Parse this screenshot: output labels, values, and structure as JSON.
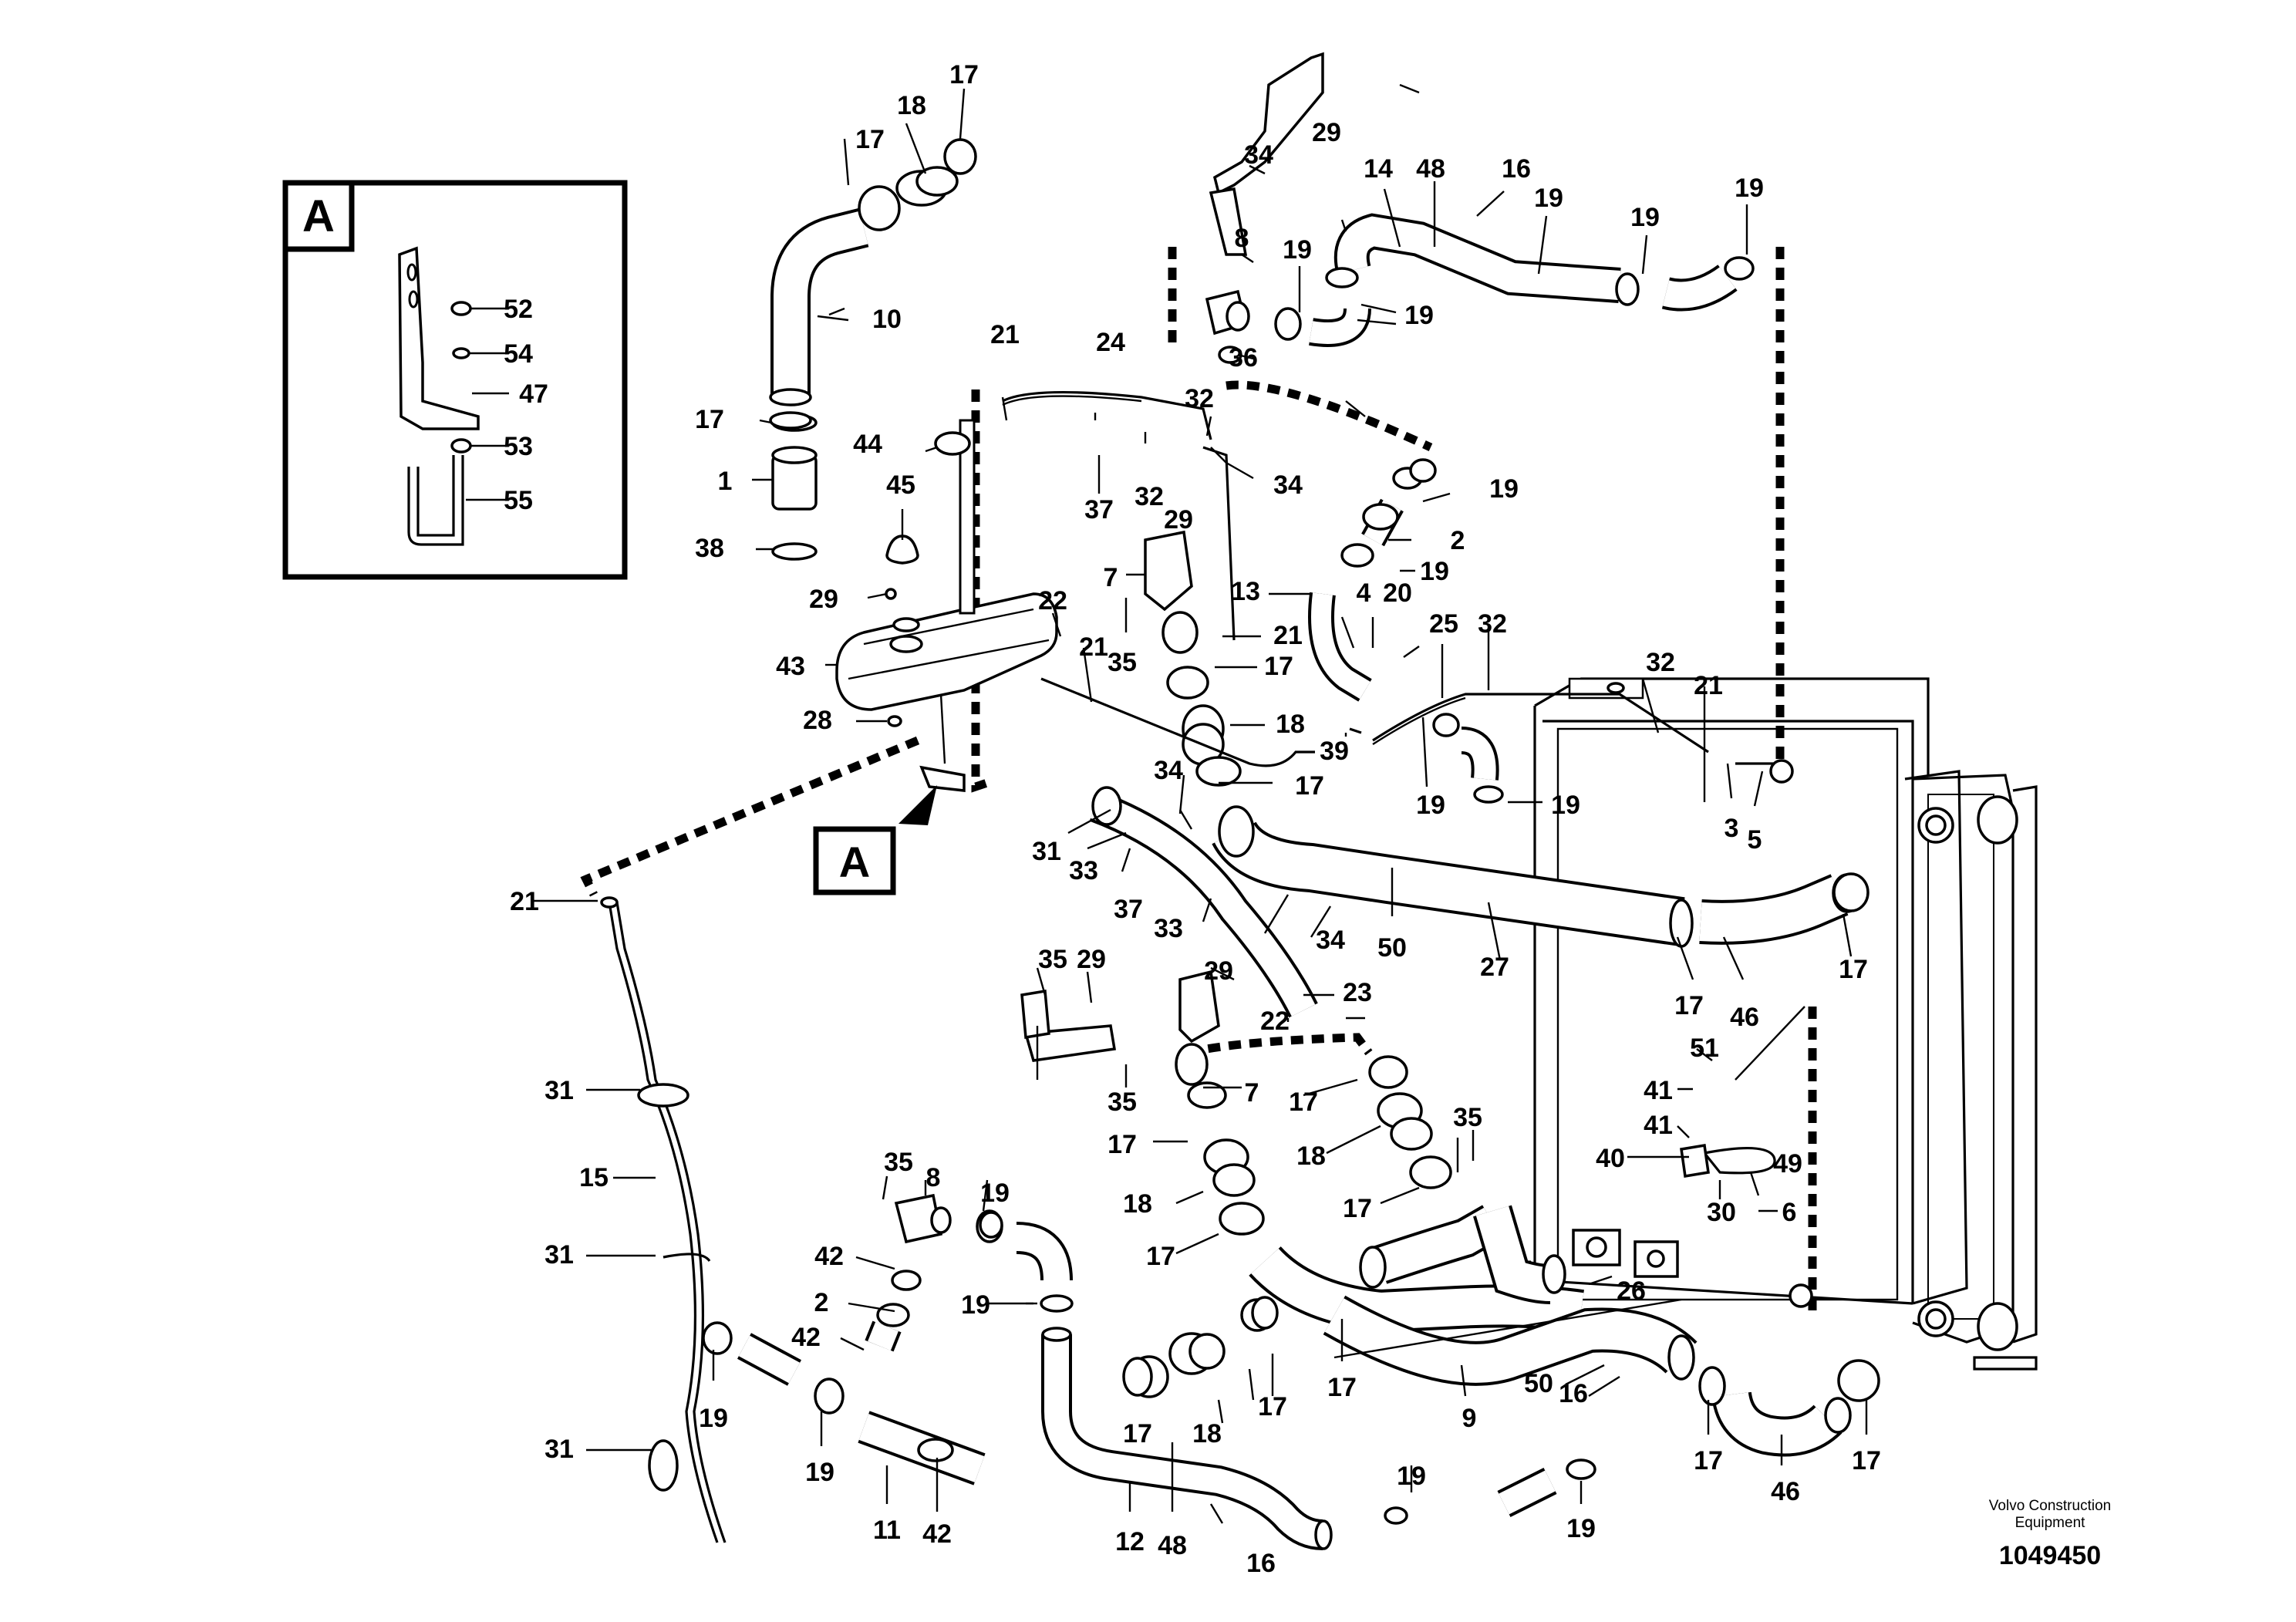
{
  "inset": {
    "label": "A",
    "callout_label": "A"
  },
  "footer": {
    "brand": "Volvo Construction Equipment",
    "document_number": "1049450"
  },
  "callouts": [
    "1",
    "2",
    "3",
    "4",
    "5",
    "6",
    "7",
    "8",
    "9",
    "10",
    "11",
    "12",
    "13",
    "14",
    "15",
    "16",
    "17",
    "18",
    "19",
    "20",
    "21",
    "22",
    "23",
    "24",
    "25",
    "26",
    "27",
    "28",
    "29",
    "30",
    "31",
    "32",
    "33",
    "34",
    "35",
    "36",
    "37",
    "38",
    "39",
    "40",
    "41",
    "42",
    "43",
    "44",
    "45",
    "46",
    "47",
    "48",
    "49",
    "50",
    "51",
    "52",
    "53",
    "54",
    "55"
  ]
}
